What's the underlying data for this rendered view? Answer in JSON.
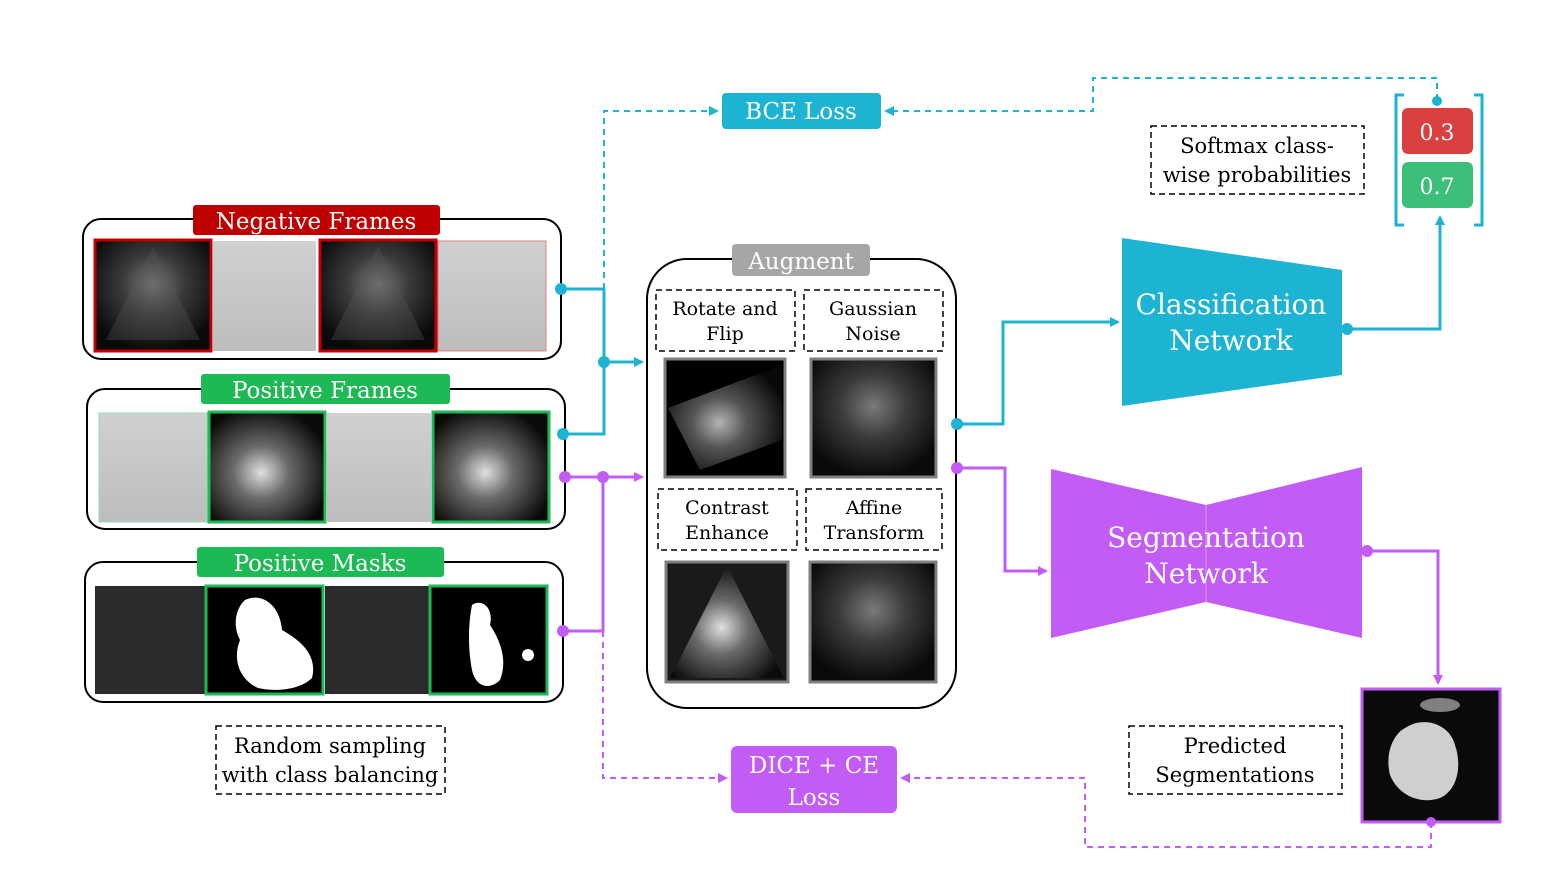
{
  "panels": {
    "negative": {
      "title": "Negative Frames",
      "color": "#c00000"
    },
    "positive": {
      "title": "Positive Frames",
      "color": "#1db954"
    },
    "masks": {
      "title": "Positive Masks",
      "color": "#1db954"
    }
  },
  "sampling_note": [
    "Random sampling",
    "with class balancing"
  ],
  "augment": {
    "title": "Augment",
    "ops": [
      [
        "Rotate and",
        "Flip"
      ],
      [
        "Gaussian",
        "Noise"
      ],
      [
        "Contrast",
        "Enhance"
      ],
      [
        "Affine",
        "Transform"
      ]
    ]
  },
  "losses": {
    "bce": "BCE Loss",
    "dice": [
      "DICE + CE",
      "Loss"
    ]
  },
  "classification": {
    "label": [
      "Classification",
      "Network"
    ]
  },
  "segmentation": {
    "label": [
      "Segmentation",
      "Network"
    ]
  },
  "softmax_note": [
    "Softmax class-",
    "wise probabilities"
  ],
  "probabilities": [
    "0.3",
    "0.7"
  ],
  "predicted_note": [
    "Predicted",
    "Segmentations"
  ],
  "colors": {
    "cyan": "#1cb4d2",
    "purple": "#c25cf5",
    "red": "#d94040",
    "green": "#3cbf78",
    "augment_gray": "#a6a6a6"
  }
}
